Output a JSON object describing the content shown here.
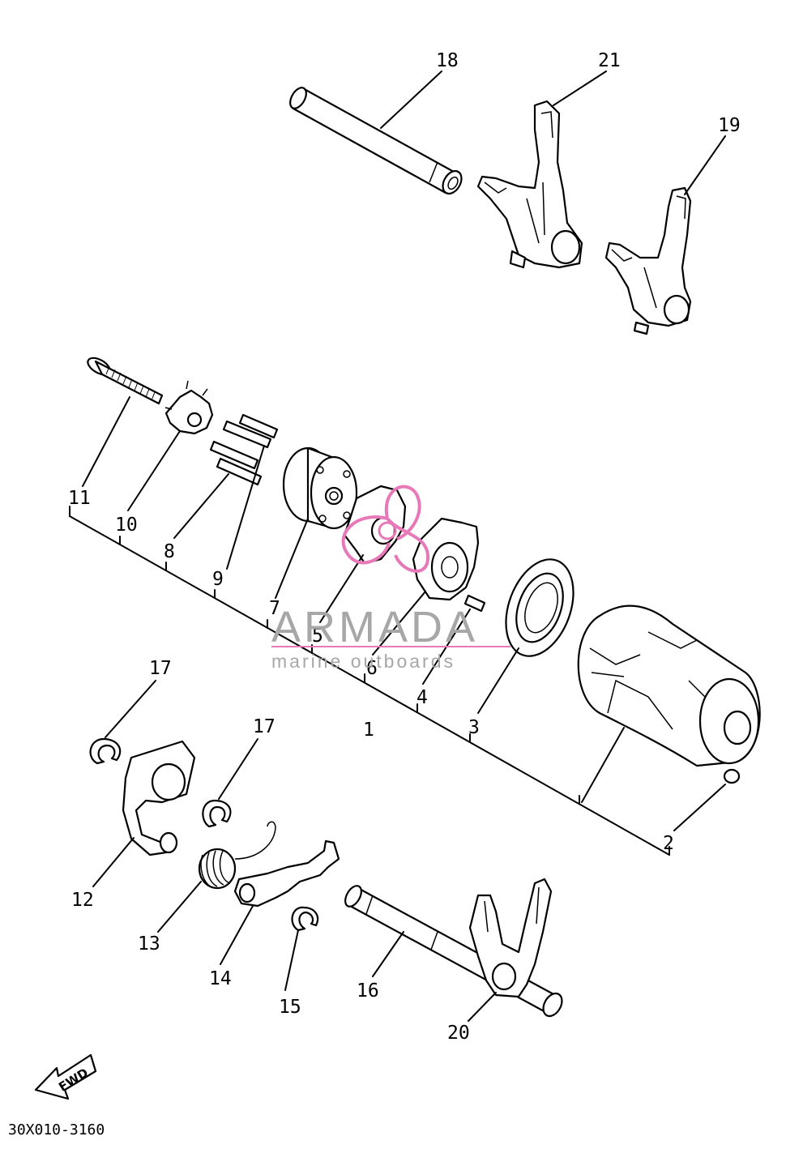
{
  "diagram": {
    "labels": {
      "p1": "1",
      "p2": "2",
      "p3": "3",
      "p4": "4",
      "p5": "5",
      "p6": "6",
      "p7": "7",
      "p8": "8",
      "p9": "9",
      "p10": "10",
      "p11": "11",
      "p12": "12",
      "p13": "13",
      "p14": "14",
      "p15": "15",
      "p16": "16",
      "p17a": "17",
      "p17b": "17",
      "p18": "18",
      "p19": "19",
      "p20": "20",
      "p21": "21"
    },
    "drawing_code": "30X010-3160",
    "fwd_arrow_label": "FWD"
  },
  "watermark": {
    "brand": "ARMADA",
    "tagline": "marine outboards",
    "accent_color": "#e879b9",
    "text_color": "#a7a7a7"
  }
}
